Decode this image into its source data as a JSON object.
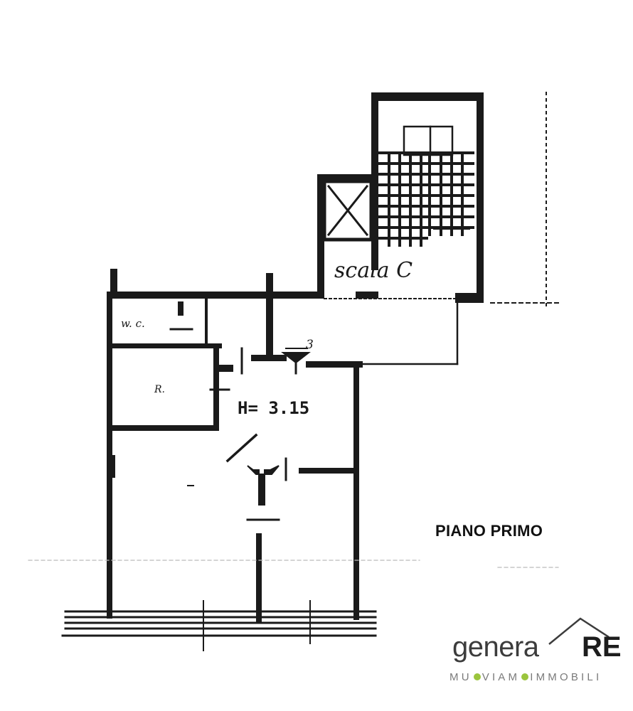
{
  "plan": {
    "labels": {
      "wc": "w. c.",
      "room_r": "R.",
      "height": "H= 3.15",
      "stair": "scala C",
      "level_mark": "3"
    }
  },
  "floor_title": "PIANO PRIMO",
  "logo": {
    "word": "genera",
    "suffix": "RE",
    "tagline_parts": [
      "MU",
      "VIAM",
      "IMMOBILI"
    ],
    "accent_color": "#9bc53d",
    "text_color": "#3c3c3c"
  }
}
